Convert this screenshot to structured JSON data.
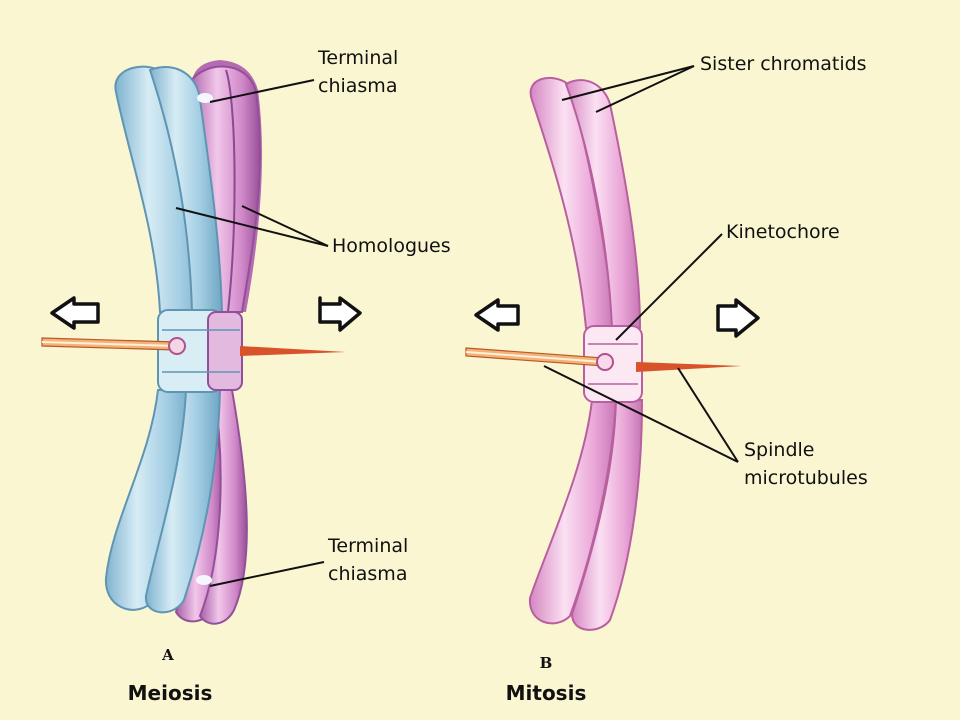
{
  "panels": {
    "meiosis": {
      "letter": "A",
      "caption": "Meiosis",
      "labels": {
        "terminal_chiasma_top": [
          "Terminal",
          "chiasma"
        ],
        "homologues": "Homologues",
        "terminal_chiasma_bottom": [
          "Terminal",
          "chiasma"
        ]
      }
    },
    "mitosis": {
      "letter": "B",
      "caption": "Mitosis",
      "labels": {
        "sister_chromatids": "Sister chromatids",
        "kinetochore": "Kinetochore",
        "spindle_microtubules": [
          "Spindle",
          "microtubules"
        ]
      }
    }
  },
  "colors": {
    "background": "#fbf6d2",
    "homologue_blue": "#9cc8df",
    "homologue_magenta": "#cf8fca",
    "chromatid_pink": "#eaa6d6",
    "microtubule": "#d8532a"
  }
}
